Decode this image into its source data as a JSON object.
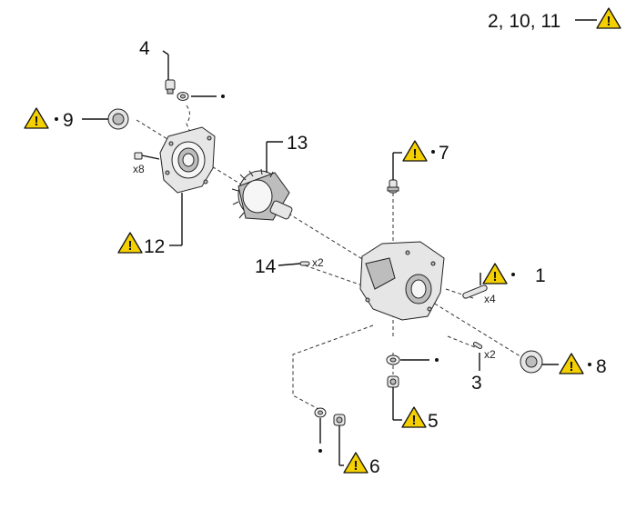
{
  "callouts": {
    "c1": "1",
    "c2_10_11": "2, 10, 11",
    "c3": "3",
    "c4": "4",
    "c5": "5",
    "c6": "6",
    "c7": "7",
    "c8": "8",
    "c9": "9",
    "c12": "12",
    "c13": "13",
    "c14": "14"
  },
  "quantities": {
    "bolts_12": "x8",
    "pins_1": "x4",
    "pins_3": "x2",
    "pins_14": "x2"
  },
  "warning_symbol": "!",
  "colors": {
    "warning_fill": "#f5d000",
    "line": "#111111"
  },
  "icons": [
    "warning-triangle-icon",
    "bullet-dot-icon"
  ]
}
